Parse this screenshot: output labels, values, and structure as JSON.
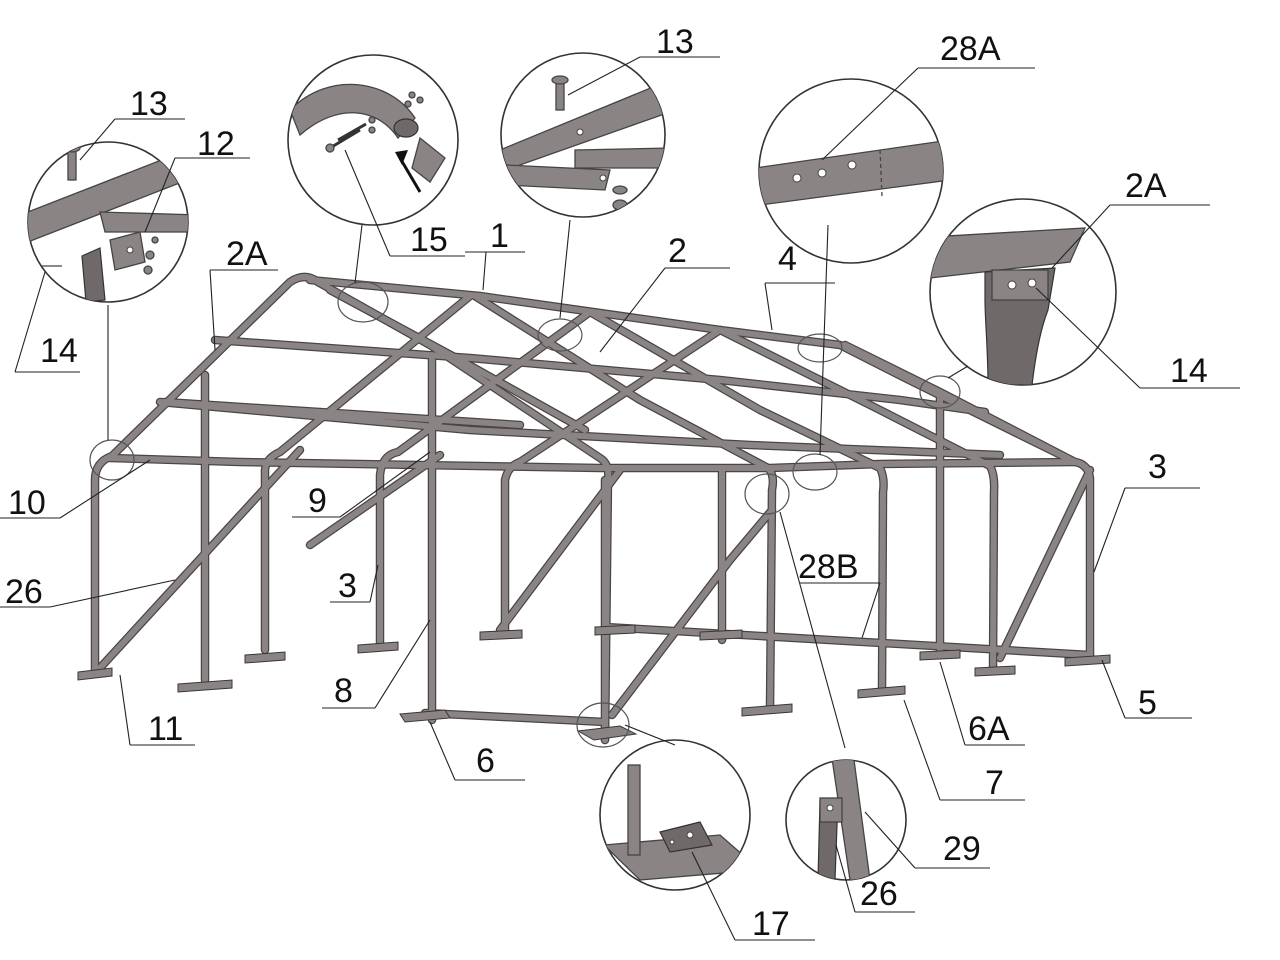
{
  "labels": {
    "l1": "1",
    "l2": "2",
    "l2a_left": "2A",
    "l2a_right": "2A",
    "l3_left": "3",
    "l3_right": "3",
    "l4": "4",
    "l5": "5",
    "l6": "6",
    "l6a": "6A",
    "l7": "7",
    "l8": "8",
    "l9": "9",
    "l10": "10",
    "l11": "11",
    "l12": "12",
    "l13_left": "13",
    "l13_right": "13",
    "l14_left": "14",
    "l14_right": "14",
    "l15": "15",
    "l17": "17",
    "l26_left": "26",
    "l26_detail": "26",
    "l28a": "28A",
    "l28b": "28B",
    "l29": "29"
  },
  "colors": {
    "pipe": "#8a8584",
    "outline": "#4a4646",
    "label": "#111111"
  }
}
